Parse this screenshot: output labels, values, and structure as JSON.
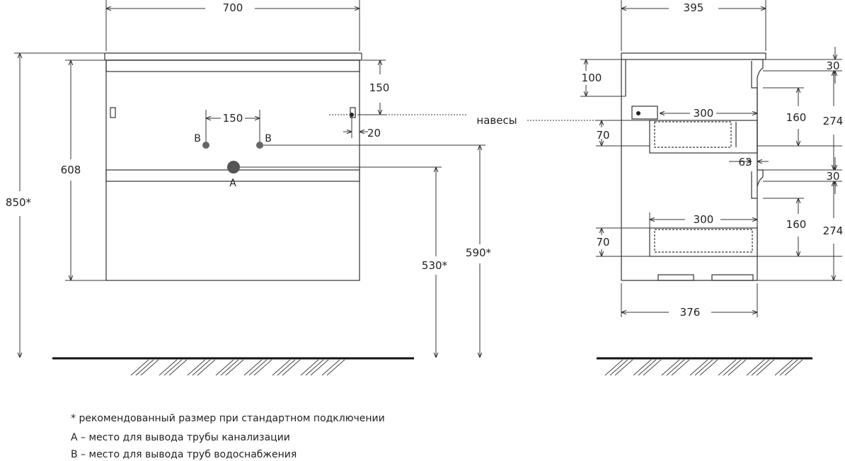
{
  "front": {
    "width": "700",
    "height_total": "850*",
    "height_cabinet": "608",
    "hinge_offset_top": "150",
    "pipe_b_spacing": "150",
    "hinge_offset_side": "20",
    "drain_height": "530*",
    "water_height": "590*",
    "label_a": "A",
    "label_b_left": "B",
    "label_b_right": "B"
  },
  "callout": "навесы",
  "side": {
    "depth": "395",
    "depth_body": "376",
    "hinge_top": "100",
    "hinge_depth": "300",
    "hinge_height": "70",
    "panel_gap_top": "30",
    "drawer_height_top": "274",
    "drawer_inner_top": "160",
    "offset_63": "63",
    "panel_gap_mid": "30",
    "drawer_depth_bottom": "300",
    "drawer_inner_bottom": "160",
    "drawer_height_bottom": "274",
    "bottom_height": "70"
  },
  "notes": [
    "* рекомендованный размер при стандартном подключении",
    "A – место для вывода трубы канализации",
    "B – место для вывода труб водоснабжения"
  ]
}
